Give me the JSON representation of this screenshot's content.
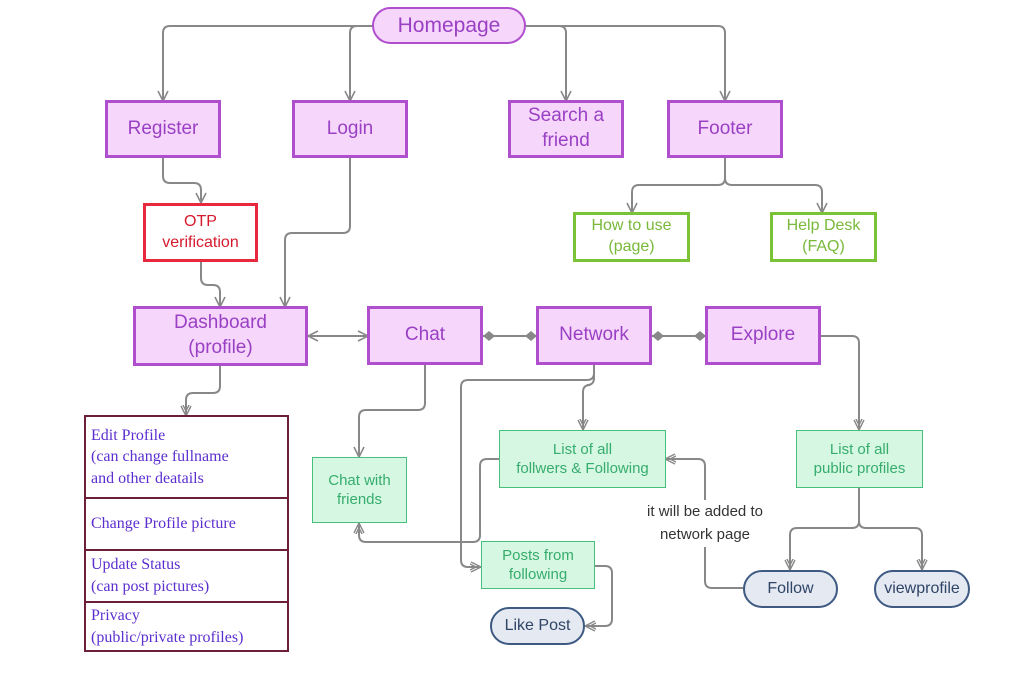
{
  "nodes": {
    "homepage": "Homepage",
    "register": "Register",
    "login": "Login",
    "search_friend": [
      "Search a",
      "friend"
    ],
    "footer": "Footer",
    "otp": [
      "OTP",
      "verification"
    ],
    "how_to_use": [
      "How to use",
      "(page)"
    ],
    "help_desk": [
      "Help Desk",
      "(FAQ)"
    ],
    "dashboard": [
      "Dashboard",
      "(profile)"
    ],
    "chat": "Chat",
    "network": "Network",
    "explore": "Explore",
    "chat_with_friends": [
      "Chat with",
      "friends"
    ],
    "list_followers": [
      "List of all",
      "follwers & Following"
    ],
    "list_public": [
      "List of all",
      "public profiles"
    ],
    "posts_following": [
      "Posts from",
      "following"
    ],
    "like_post": "Like Post",
    "follow": "Follow",
    "viewprofile": "viewprofile"
  },
  "profile_options": [
    [
      "Edit Profile",
      "(can change fullname",
      "and other deatails"
    ],
    [
      "Change Profile picture"
    ],
    [
      "Update Status",
      "(can post pictures)"
    ],
    [
      "Privacy",
      "(public/private profiles)"
    ]
  ],
  "annotation": [
    "it will be added to",
    "network page"
  ],
  "colors": {
    "purple_fill": "#f6d7fb",
    "purple_border": "#b04fce",
    "otp_red": "#e8283c",
    "help_green": "#7ac236",
    "mint_fill": "#d6f7e2",
    "mint_border": "#47c07b",
    "pill_navy": "#3e5a82",
    "edge_gray": "#888888"
  }
}
